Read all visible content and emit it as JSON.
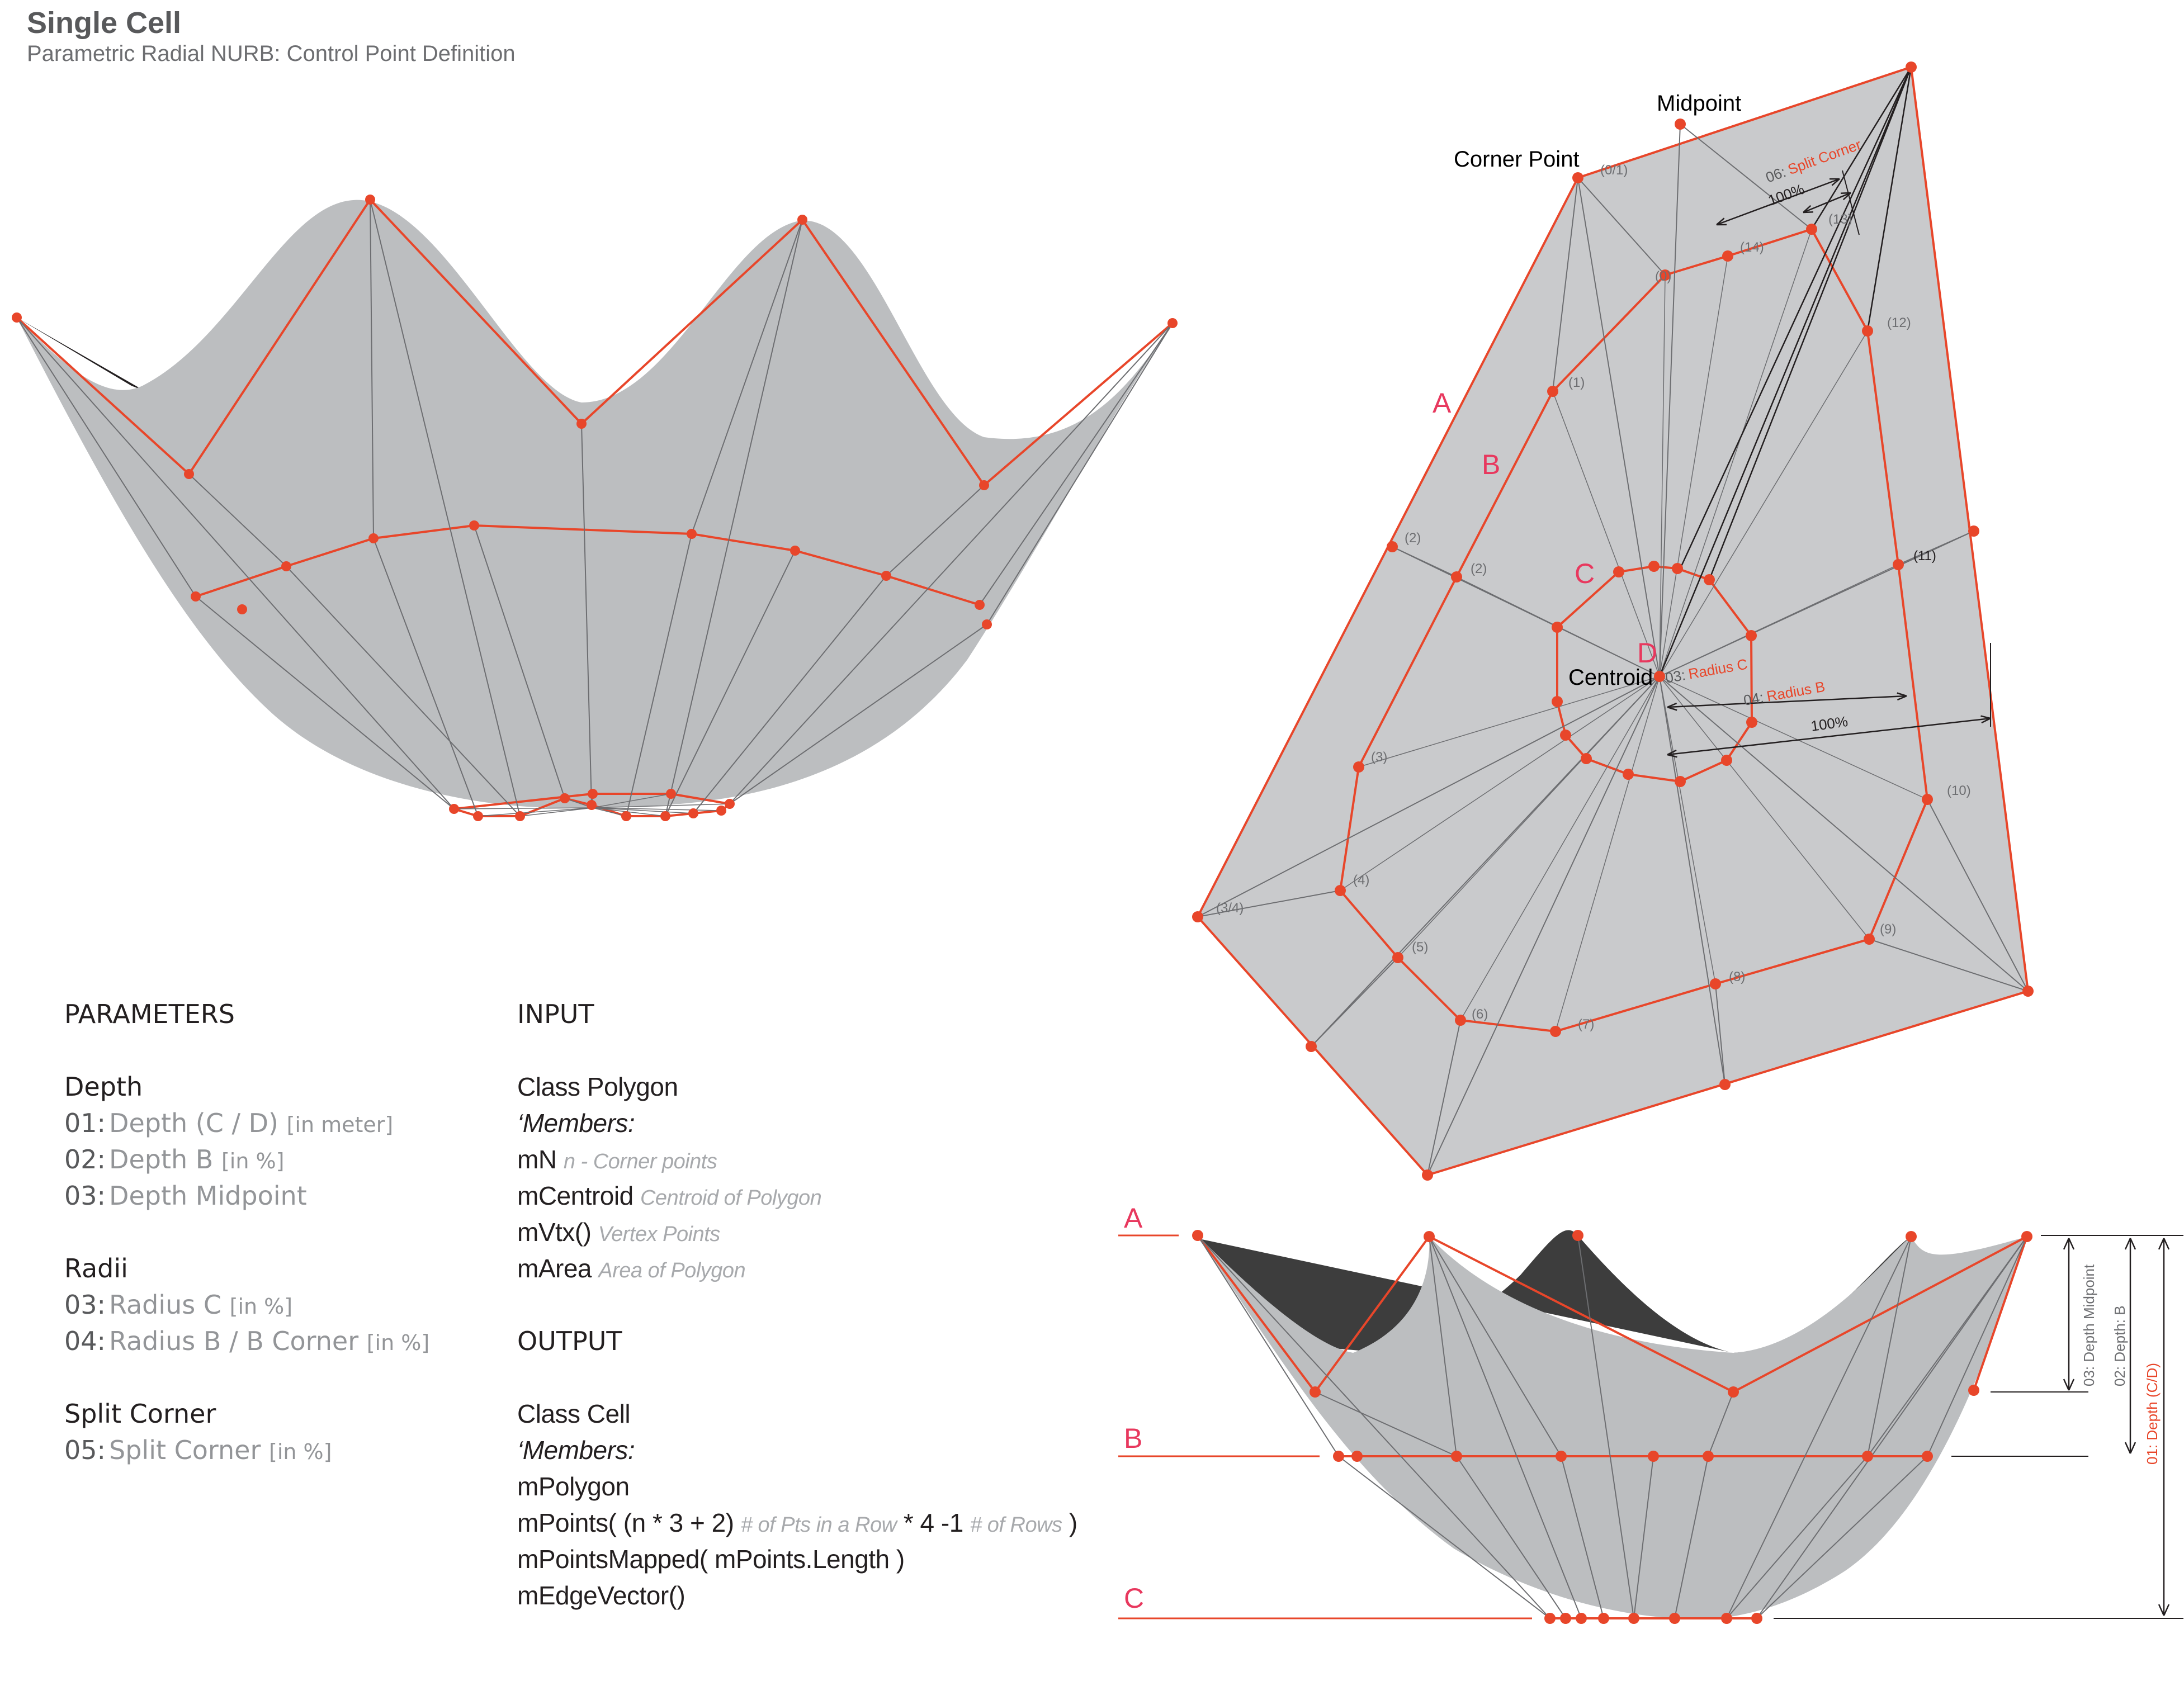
{
  "header": {
    "title": "Single Cell",
    "subtitle": "Parametric Radial NURB: Control Point Definition"
  },
  "colors": {
    "surface": "#bcbec0",
    "surface_dark": "#3d3d3d",
    "control_lines": "#e8462a",
    "grid_lines": "#6d6e71",
    "label_red": "#e8385e"
  },
  "parameters": {
    "heading": "PARAMETERS",
    "depth": {
      "heading": "Depth",
      "items": [
        {
          "num": "01:",
          "label": "Depth (C / D)",
          "unit": "[in meter]"
        },
        {
          "num": "02:",
          "label": "Depth B",
          "unit": "[in %]"
        },
        {
          "num": "03:",
          "label": "Depth Midpoint",
          "unit": ""
        }
      ]
    },
    "radii": {
      "heading": "Radii",
      "items": [
        {
          "num": "03:",
          "label": "Radius C",
          "unit": "[in %]"
        },
        {
          "num": "04:",
          "label": "Radius B / B Corner",
          "unit": "[in %]"
        }
      ]
    },
    "split": {
      "heading": "Split Corner",
      "items": [
        {
          "num": "05:",
          "label": "Split Corner",
          "unit": "[in %]"
        }
      ]
    }
  },
  "input": {
    "heading": "INPUT",
    "class_name": "Class Polygon",
    "members_label": "‘Members:",
    "members": [
      {
        "name": "mN",
        "desc": "n - Corner points"
      },
      {
        "name": "mCentroid",
        "desc": "Centroid of Polygon"
      },
      {
        "name": "mVtx()",
        "desc": "Vertex Points"
      },
      {
        "name": "mArea",
        "desc": "Area of Polygon"
      }
    ]
  },
  "output": {
    "heading": "OUTPUT",
    "class_name": "Class Cell",
    "members_label": "‘Members:",
    "m1": "mPolygon",
    "m2_start": "mPoints( (n * 3 + 2)",
    "m2_d1": "# of Pts in a Row",
    "m2_mid": "* 4 -1",
    "m2_d2": "# of Rows",
    "m2_end": ")",
    "m3": "mPointsMapped( mPoints.Length )",
    "m4": "mEdgeVector()"
  },
  "plan_view": {
    "corner_point": "Corner Point",
    "midpoint": "Midpoint",
    "centroid": "Centroid",
    "ring_labels": [
      "A",
      "B",
      "C",
      "D"
    ],
    "split_corner_num": "06:",
    "split_corner_label": "Split Corner",
    "radius_c_num": "03:",
    "radius_c_label": "Radius C",
    "radius_b_num": "04:",
    "radius_b_label": "Radius B",
    "pct_label": "100%",
    "index_labels": [
      "(0/1)",
      "(0)",
      "(14)",
      "(13)",
      "(12)",
      "(1)",
      "(2)",
      "(2)",
      "(11)",
      "(3)",
      "(10)",
      "(4)",
      "(3/4)",
      "(5)",
      "(9)",
      "(6)",
      "(7)",
      "(8)"
    ]
  },
  "section_view": {
    "level_labels": [
      "A",
      "B",
      "C"
    ],
    "depth_midpoint": "03: Depth Midpoint",
    "depth_b": "02: Depth: B",
    "depth_cd": "01: Depth (C/D)"
  }
}
